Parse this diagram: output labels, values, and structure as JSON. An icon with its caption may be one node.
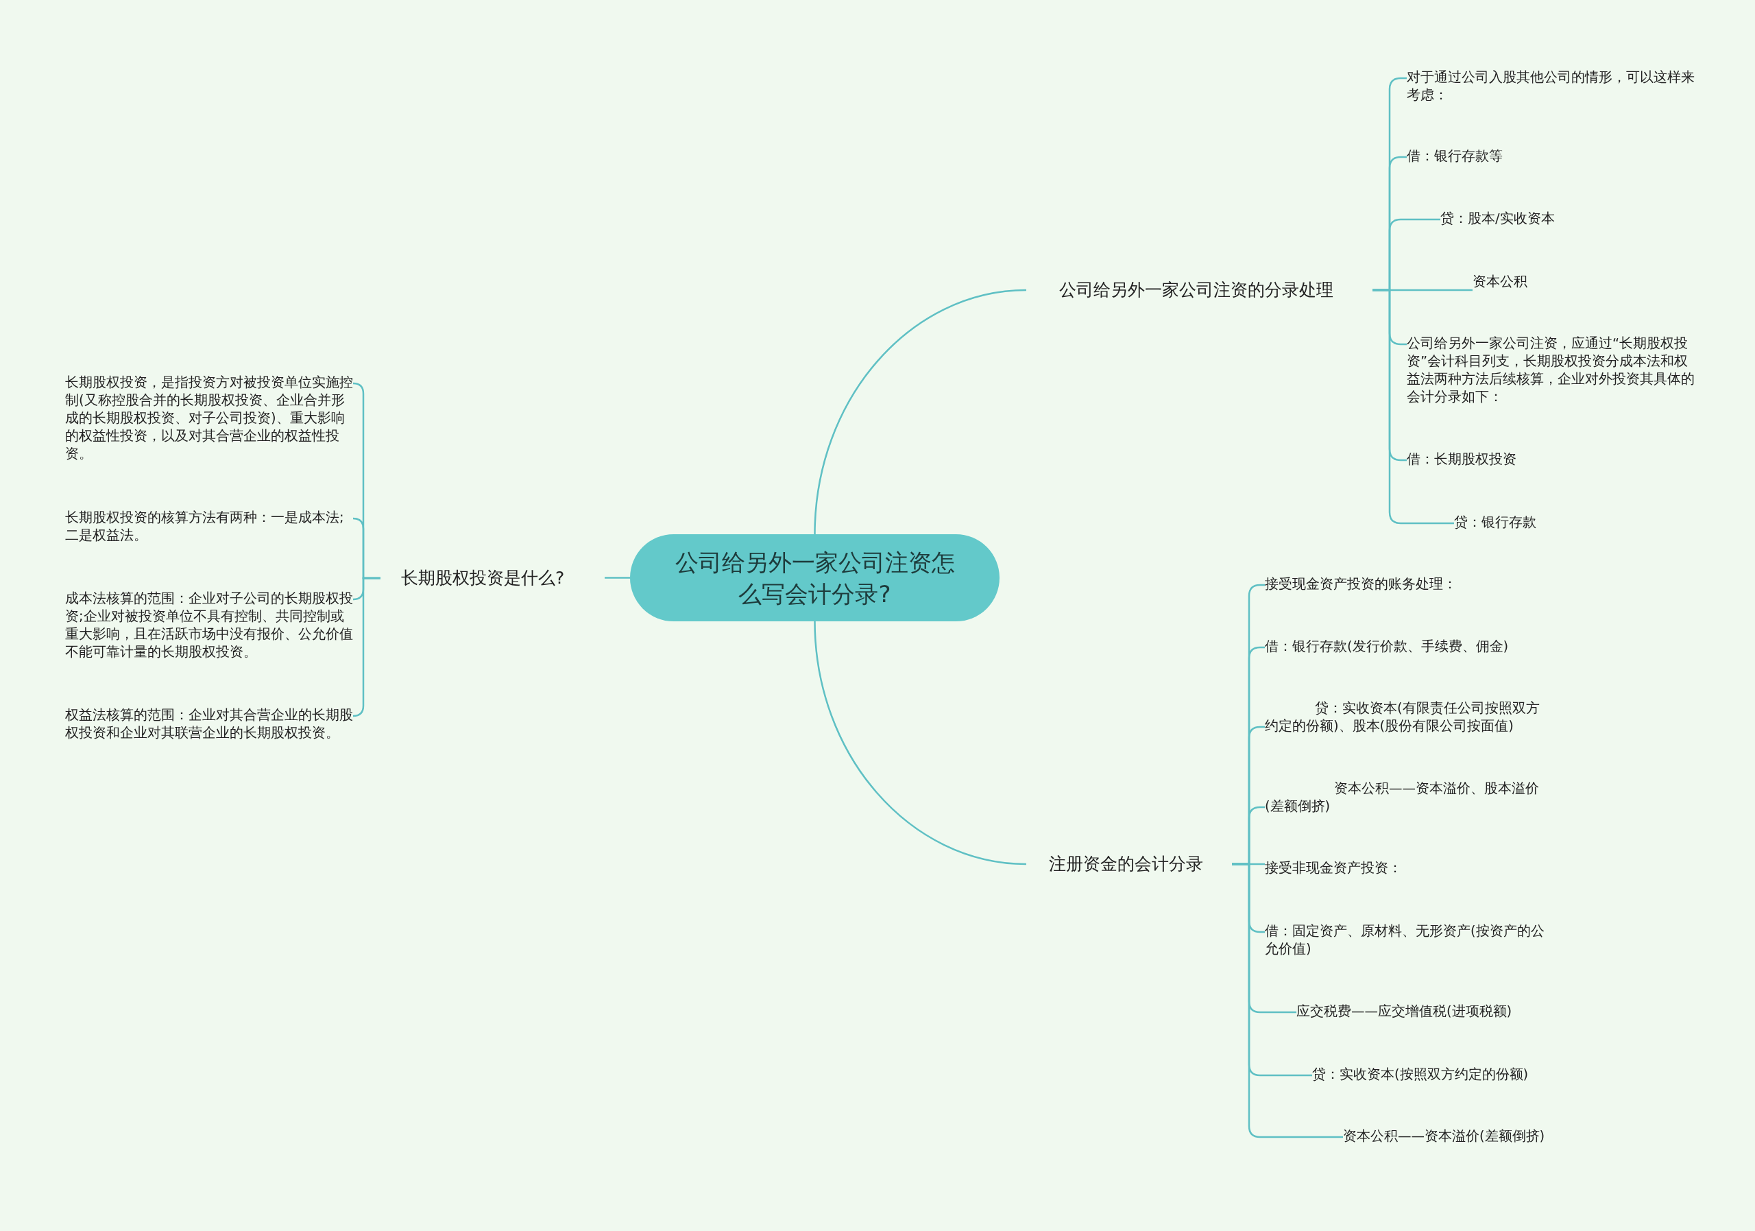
{
  "diagram": {
    "nodes": [
      {
        "text": [
          "公司给另外一家公司注资怎么写会计分录?"
        ]
      },
      {
        "text": [
          "长期股权投资是什么?"
        ]
      },
      {
        "text": [
          "长期股权投资，是指投资方对被投资单位实施控制(又称控股合并的长期股权投资、企业合并形成的长期股权投资、对子公司投资)、重大影响的权益性投资，以及对其合营企业的权益性投资。"
        ]
      },
      {
        "text": [
          "长期股权投资的核算方法有两种：一是成本法;二是权益法。"
        ]
      },
      {
        "text": [
          "成本法核算的范围：企业对子公司的长期股权投资;企业对被投资单位不具有控制、共同控制或重大影响，且在活跃市场中没有报价、公允价值不能可靠计量的长期股权投资。"
        ]
      },
      {
        "text": [
          "权益法核算的范围：企业对其合营企业的长期股权投资和企业对其联营企业的长期股权投资。"
        ]
      },
      {
        "text": [
          "公司给另外一家公司注资的分录处理"
        ]
      },
      {
        "text": [
          "对于通过公司入股其他公司的情形，可以这样来考虑："
        ]
      },
      {
        "text": [
          "借：银行存款等"
        ]
      },
      {
        "text": [
          "贷：股本/实收资本"
        ]
      },
      {
        "text": [
          "资本公积"
        ]
      },
      {
        "text": [
          "公司给另外一家公司注资，应通过“长期股权投资”会计科目列支，长期股权投资分成本法和权益法两种方法后续核算，企业对外投资其具体的会计分录如下："
        ]
      },
      {
        "text": [
          "借：长期股权投资"
        ]
      },
      {
        "text": [
          "贷：银行存款"
        ]
      },
      {
        "text": [
          "注册资金的会计分录"
        ]
      },
      {
        "text": [
          "接受现金资产投资的账务处理："
        ]
      },
      {
        "text": [
          "借：银行存款(发行价款、手续费、佣金)"
        ]
      },
      {
        "text": [
          "贷：实收资本(有限责任公司按照双方约定的份额)、股本(股份有限公司按面值)"
        ]
      },
      {
        "text": [
          "资本公积——资本溢价、股本溢价(差额倒挤)"
        ]
      },
      {
        "text": [
          "接受非现金资产投资："
        ]
      },
      {
        "text": [
          "借：固定资产、原材料、无形资产(按资产的公允价值)"
        ]
      },
      {
        "text": [
          "应交税费——应交增值税(进项税额)"
        ]
      },
      {
        "text": [
          "贷：实收资本(按照双方约定的份额)"
        ]
      },
      {
        "text": [
          "资本公积——资本溢价(差额倒挤)"
        ]
      }
    ],
    "edges": [
      {
        "from": 0,
        "to": 1,
        "arrow": "none"
      },
      {
        "from": 1,
        "to": 2,
        "arrow": "none"
      },
      {
        "from": 1,
        "to": 3,
        "arrow": "none"
      },
      {
        "from": 1,
        "to": 4,
        "arrow": "none"
      },
      {
        "from": 1,
        "to": 5,
        "arrow": "none"
      },
      {
        "from": 0,
        "to": 6,
        "arrow": "none"
      },
      {
        "from": 6,
        "to": 7,
        "arrow": "none"
      },
      {
        "from": 6,
        "to": 8,
        "arrow": "none"
      },
      {
        "from": 6,
        "to": 9,
        "arrow": "none"
      },
      {
        "from": 6,
        "to": 10,
        "arrow": "none"
      },
      {
        "from": 6,
        "to": 11,
        "arrow": "none"
      },
      {
        "from": 6,
        "to": 12,
        "arrow": "none"
      },
      {
        "from": 6,
        "to": 13,
        "arrow": "none"
      },
      {
        "from": 0,
        "to": 14,
        "arrow": "none"
      },
      {
        "from": 14,
        "to": 15,
        "arrow": "none"
      },
      {
        "from": 14,
        "to": 16,
        "arrow": "none"
      },
      {
        "from": 14,
        "to": 17,
        "arrow": "none"
      },
      {
        "from": 14,
        "to": 18,
        "arrow": "none"
      },
      {
        "from": 14,
        "to": 19,
        "arrow": "none"
      },
      {
        "from": 14,
        "to": 20,
        "arrow": "none"
      },
      {
        "from": 14,
        "to": 21,
        "arrow": "none"
      },
      {
        "from": 14,
        "to": 22,
        "arrow": "none"
      },
      {
        "from": 14,
        "to": 23,
        "arrow": "none"
      }
    ]
  }
}
